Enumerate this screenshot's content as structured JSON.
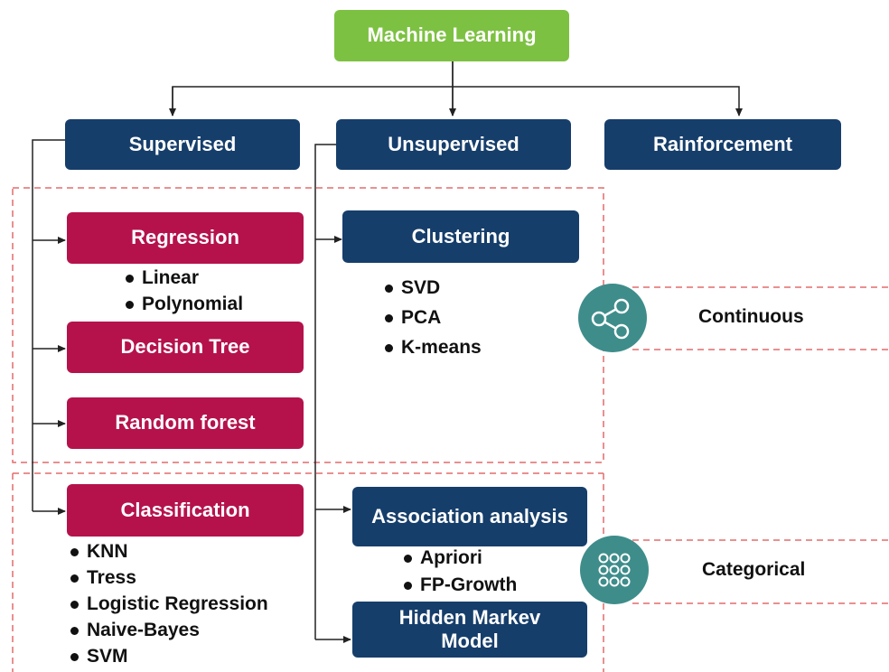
{
  "root": {
    "label": "Machine Learning"
  },
  "categories": [
    {
      "label": "Supervised"
    },
    {
      "label": "Unsupervised"
    },
    {
      "label": "Rainforcement"
    }
  ],
  "supervised": {
    "regression": {
      "label": "Regression",
      "items": [
        "Linear",
        "Polynomial"
      ]
    },
    "decision_tree": {
      "label": "Decision Tree"
    },
    "random_forest": {
      "label": "Random forest"
    },
    "classification": {
      "label": "Classification",
      "items": [
        "KNN",
        "Tress",
        "Logistic Regression",
        "Naive-Bayes",
        "SVM"
      ]
    }
  },
  "unsupervised": {
    "clustering": {
      "label": "Clustering",
      "items": [
        "SVD",
        "PCA",
        "K-means"
      ]
    },
    "association": {
      "label": "Association analysis",
      "items": [
        "Apriori",
        "FP-Growth"
      ]
    },
    "hmm": {
      "label": "Hidden Markev Model"
    }
  },
  "groups": {
    "continuous": {
      "label": "Continuous",
      "icon": "share-nodes-icon"
    },
    "categorical": {
      "label": "Categorical",
      "icon": "dot-grid-icon"
    }
  },
  "colors": {
    "root": "#7dc142",
    "category": "#163e6b",
    "supervised_algo": "#b5124c",
    "badge": "#3e8d8b",
    "dashed_border": "#e36b6b",
    "connector": "#222222"
  }
}
